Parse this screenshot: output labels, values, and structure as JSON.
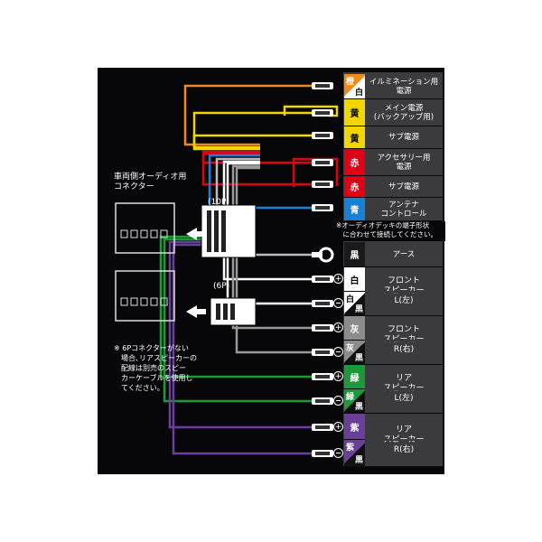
{
  "vehicle_connector_label": "車両側オーディオ用\nコネクター",
  "connector_10p": "(10P)",
  "connector_6p": "(6P)",
  "note_6p": "※ 6Pコネクターがない\n　場合､リアスピーカーの\n　配線は別売のスピー\n　カーケーブルを使用し\n　てください。",
  "note_deck": "※オーディオデッキの端子形状\n　に合わせて接続してください。",
  "rows": [
    {
      "colors": [
        "橙",
        "白"
      ],
      "bg": [
        "#f08a1c",
        "#ffffff"
      ],
      "fg": [
        "#ffffff",
        "#000000"
      ],
      "split": true,
      "label": "イルミネーション用\n電源"
    },
    {
      "colors": [
        "黄"
      ],
      "bg": [
        "#f2d600"
      ],
      "fg": [
        "#000000"
      ],
      "label": "メイン電源\n(バックアップ用)"
    },
    {
      "colors": [
        "黄"
      ],
      "bg": [
        "#f2d600"
      ],
      "fg": [
        "#000000"
      ],
      "label": "サブ電源"
    },
    {
      "colors": [
        "赤"
      ],
      "bg": [
        "#e00016"
      ],
      "fg": [
        "#ffffff"
      ],
      "label": "アクセサリー用\n電源"
    },
    {
      "colors": [
        "赤"
      ],
      "bg": [
        "#e00016"
      ],
      "fg": [
        "#ffffff"
      ],
      "label": "サブ電源"
    },
    {
      "colors": [
        "青"
      ],
      "bg": [
        "#1a7fd6"
      ],
      "fg": [
        "#ffffff"
      ],
      "label": "アンテナ\nコントロール"
    },
    {
      "colors": [
        "黒"
      ],
      "bg": [
        "#1a1a1a"
      ],
      "fg": [
        "#ffffff"
      ],
      "label": "アース"
    },
    {
      "colors": [
        "白"
      ],
      "bg": [
        "#ffffff"
      ],
      "fg": [
        "#000000"
      ],
      "label": ""
    },
    {
      "colors": [
        "白",
        "黒"
      ],
      "bg": [
        "#ffffff",
        "#111111"
      ],
      "fg": [
        "#000000",
        "#ffffff"
      ],
      "split": true,
      "label": ""
    },
    {
      "colors": [
        "灰"
      ],
      "bg": [
        "#8c8c8c"
      ],
      "fg": [
        "#ffffff"
      ],
      "label": ""
    },
    {
      "colors": [
        "灰",
        "黒"
      ],
      "bg": [
        "#8c8c8c",
        "#111111"
      ],
      "fg": [
        "#ffffff",
        "#ffffff"
      ],
      "split": true,
      "label": ""
    },
    {
      "colors": [
        "緑"
      ],
      "bg": [
        "#1b9a3a"
      ],
      "fg": [
        "#ffffff"
      ],
      "label": ""
    },
    {
      "colors": [
        "緑",
        "黒"
      ],
      "bg": [
        "#1b9a3a",
        "#111111"
      ],
      "fg": [
        "#ffffff",
        "#ffffff"
      ],
      "split": true,
      "label": ""
    },
    {
      "colors": [
        "紫"
      ],
      "bg": [
        "#6a3f9c"
      ],
      "fg": [
        "#ffffff"
      ],
      "label": ""
    },
    {
      "colors": [
        "紫",
        "黒"
      ],
      "bg": [
        "#6a3f9c",
        "#111111"
      ],
      "fg": [
        "#ffffff",
        "#ffffff"
      ],
      "split": true,
      "label": ""
    }
  ],
  "speaker_labels": [
    "フロント\nスピーカー\nL(左)",
    "フロント\nスピーカー\nR(右)",
    "リア\nスピーカー\nL(左)",
    "リア\nスピーカー\nR(右)"
  ],
  "plus_sign": "+"
}
